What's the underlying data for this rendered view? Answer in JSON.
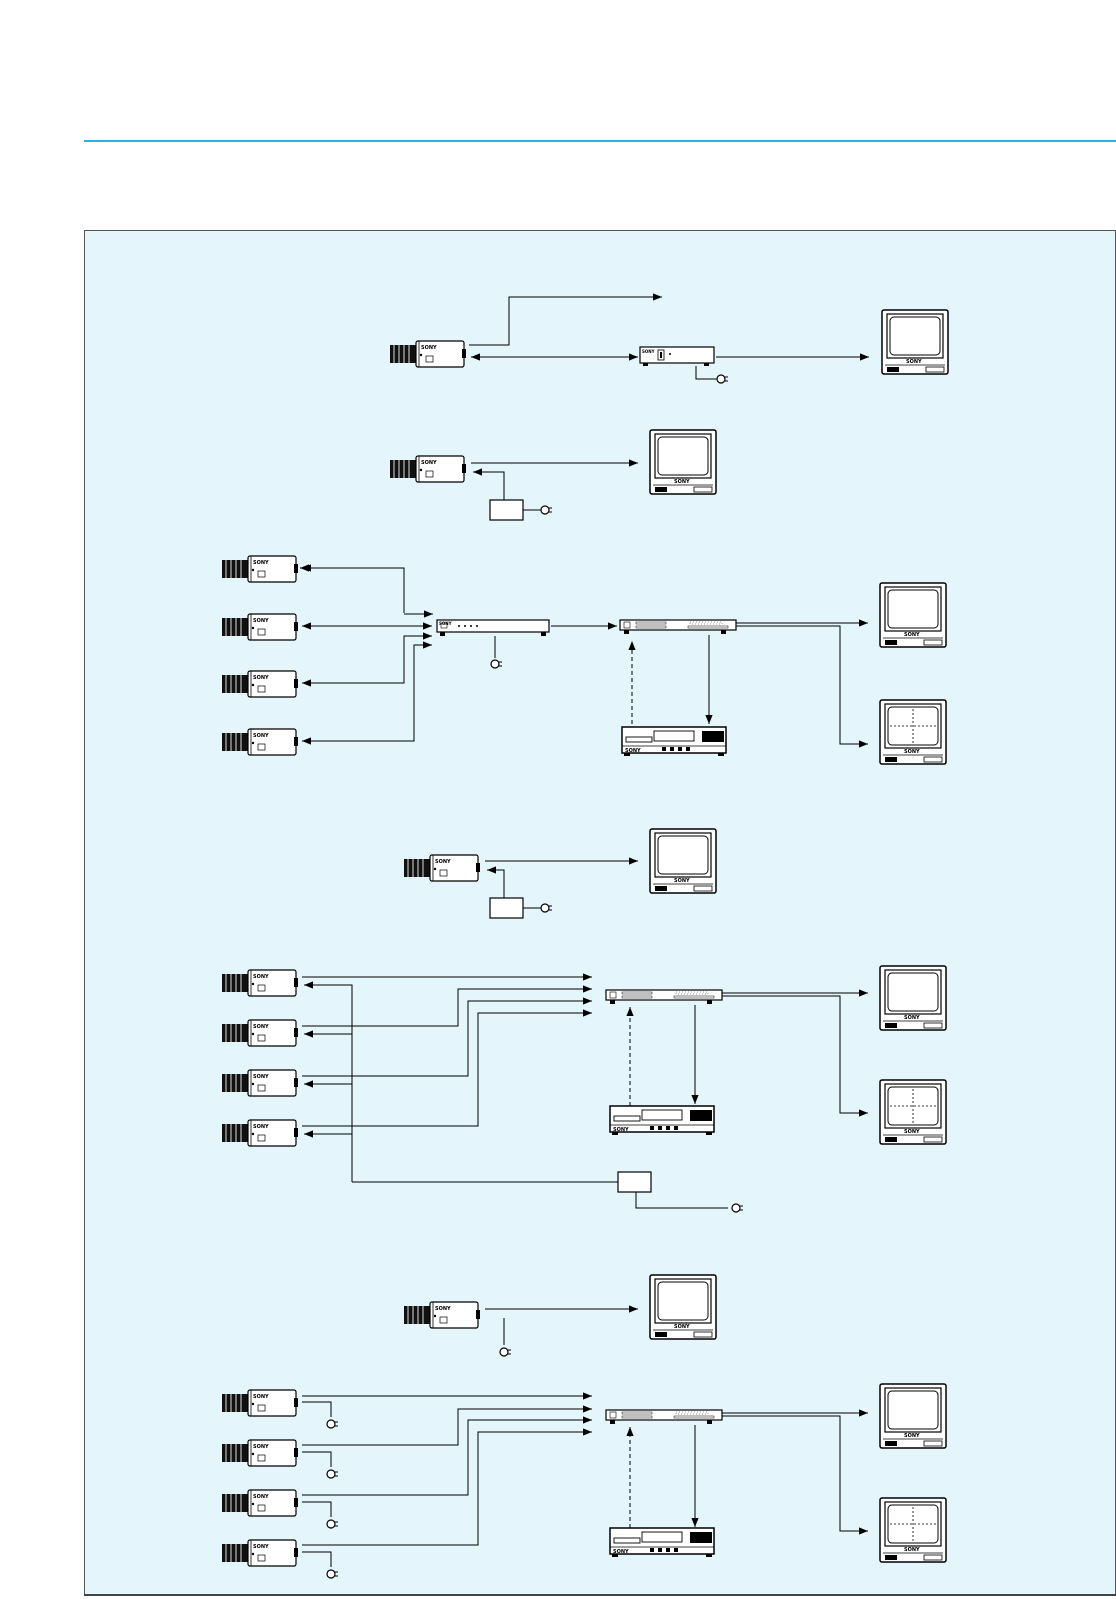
{
  "brand_label": "SONY",
  "colors": {
    "accent_rule": "#26b3e6",
    "panel_background": "#e4f5fc",
    "line": "#000000"
  },
  "icons": [
    "camera-icon",
    "monitor-icon",
    "quad-monitor-icon",
    "vcr-icon",
    "power-plug-icon",
    "power-supply-icon",
    "sequential-switcher-icon",
    "multiplexer-icon",
    "camera-adaptor-icon"
  ],
  "configurations": [
    {
      "id": "config-1",
      "devices": [
        "camera",
        "camera-adaptor",
        "monitor"
      ]
    },
    {
      "id": "config-2",
      "devices": [
        "camera",
        "power-supply",
        "monitor"
      ]
    },
    {
      "id": "config-3",
      "devices": [
        "camera",
        "camera",
        "camera",
        "camera",
        "sequential-switcher",
        "multiplexer",
        "vcr",
        "monitor",
        "quad-monitor"
      ]
    },
    {
      "id": "config-4",
      "devices": [
        "camera",
        "power-supply",
        "monitor"
      ]
    },
    {
      "id": "config-5",
      "devices": [
        "camera",
        "camera",
        "camera",
        "camera",
        "multiplexer",
        "vcr",
        "power-supply",
        "monitor",
        "quad-monitor"
      ]
    },
    {
      "id": "config-6",
      "devices": [
        "camera",
        "monitor"
      ]
    },
    {
      "id": "config-7",
      "devices": [
        "camera",
        "camera",
        "camera",
        "camera",
        "multiplexer",
        "vcr",
        "monitor",
        "quad-monitor"
      ]
    }
  ]
}
